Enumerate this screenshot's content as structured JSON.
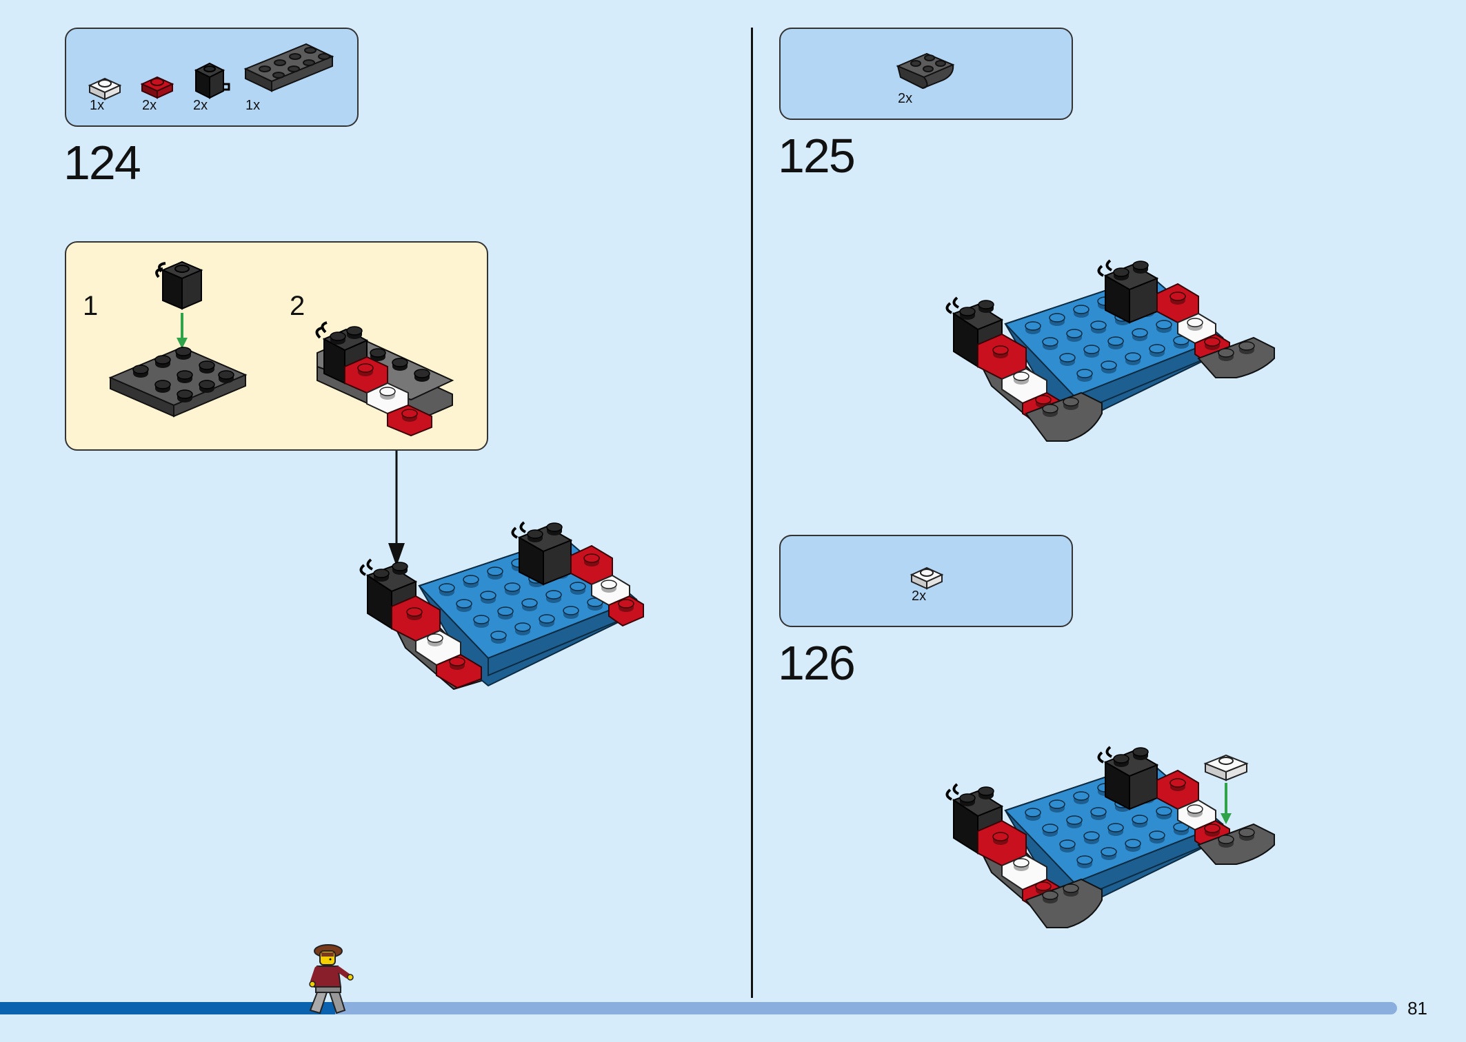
{
  "page": {
    "number": "81"
  },
  "progress": {
    "fraction": 0.24
  },
  "steps": [
    {
      "number": "124",
      "parts": [
        {
          "qty": "1x",
          "icon": "white-1x1-plate-icon",
          "color": "#f2f2f2"
        },
        {
          "qty": "2x",
          "icon": "red-1x1-plate-icon",
          "color": "#c8101e"
        },
        {
          "qty": "2x",
          "icon": "black-1x1-clip-brick-icon",
          "color": "#2b2b2b"
        },
        {
          "qty": "1x",
          "icon": "dark-gray-2x4-plate-icon",
          "color": "#5c5c5c"
        }
      ],
      "substeps": [
        {
          "label": "1"
        },
        {
          "label": "2"
        }
      ]
    },
    {
      "number": "125",
      "parts": [
        {
          "qty": "2x",
          "icon": "dark-gray-curved-slope-icon",
          "color": "#5c5c5c"
        }
      ]
    },
    {
      "number": "126",
      "parts": [
        {
          "qty": "2x",
          "icon": "white-1x1-plate-icon",
          "color": "#f2f2f2"
        }
      ]
    }
  ],
  "colors": {
    "background": "#d7ecfb",
    "parts_panel": "#b4d6f5",
    "subassembly_panel": "#fef4d1",
    "brick_blue": "#2f8dd0",
    "brick_red": "#c8101e",
    "brick_black": "#2b2b2b",
    "brick_gray": "#5c5c5c",
    "arrow_green": "#2fa24a",
    "progress_fill": "#0b63b0",
    "progress_track": "#8aaede"
  }
}
